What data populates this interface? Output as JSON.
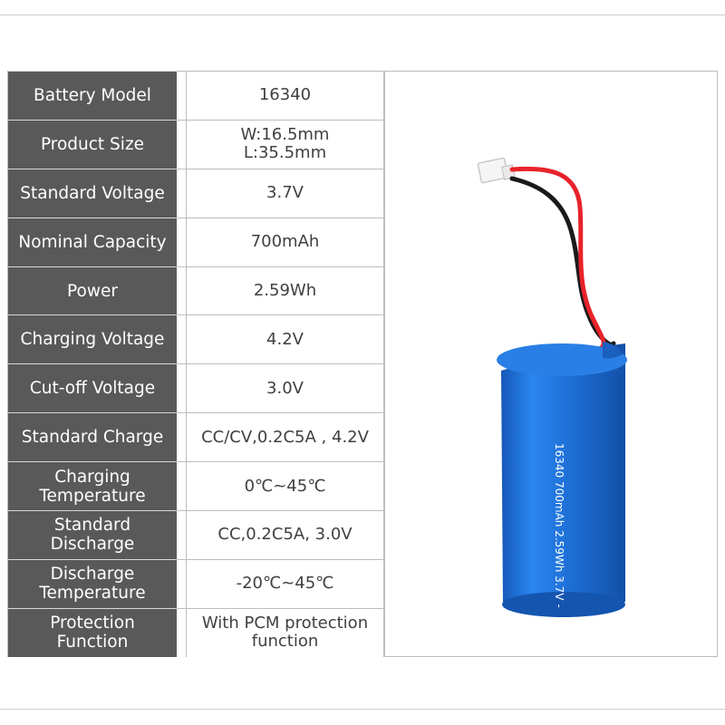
{
  "specs": [
    {
      "label": "Battery Model",
      "value": "16340"
    },
    {
      "label": "Product Size",
      "value": "W:16.5mm   L:35.5mm"
    },
    {
      "label": "Standard Voltage",
      "value": "3.7V"
    },
    {
      "label": "Nominal Capacity",
      "value": "700mAh"
    },
    {
      "label": "Power",
      "value": "2.59Wh"
    },
    {
      "label": "Charging Voltage",
      "value": "4.2V"
    },
    {
      "label": "Cut-off Voltage",
      "value": "3.0V"
    },
    {
      "label": "Standard Charge",
      "value": "CC/CV,0.2C5A , 4.2V"
    },
    {
      "label": "Charging Temperature",
      "value": "0℃~45℃"
    },
    {
      "label": "Standard Discharge",
      "value": "CC,0.2C5A, 3.0V"
    },
    {
      "label": "Discharge Temperature",
      "value": "-20℃~45℃"
    },
    {
      "label": "Protection Function",
      "value": "With PCM protection function"
    }
  ],
  "battery": {
    "printed_label": "16340 700mAh 2.59Wh 3.7V -",
    "body_color": "#1e6fd6",
    "red_wire_color": "#e8232a",
    "black_wire_color": "#1a1a1a"
  }
}
